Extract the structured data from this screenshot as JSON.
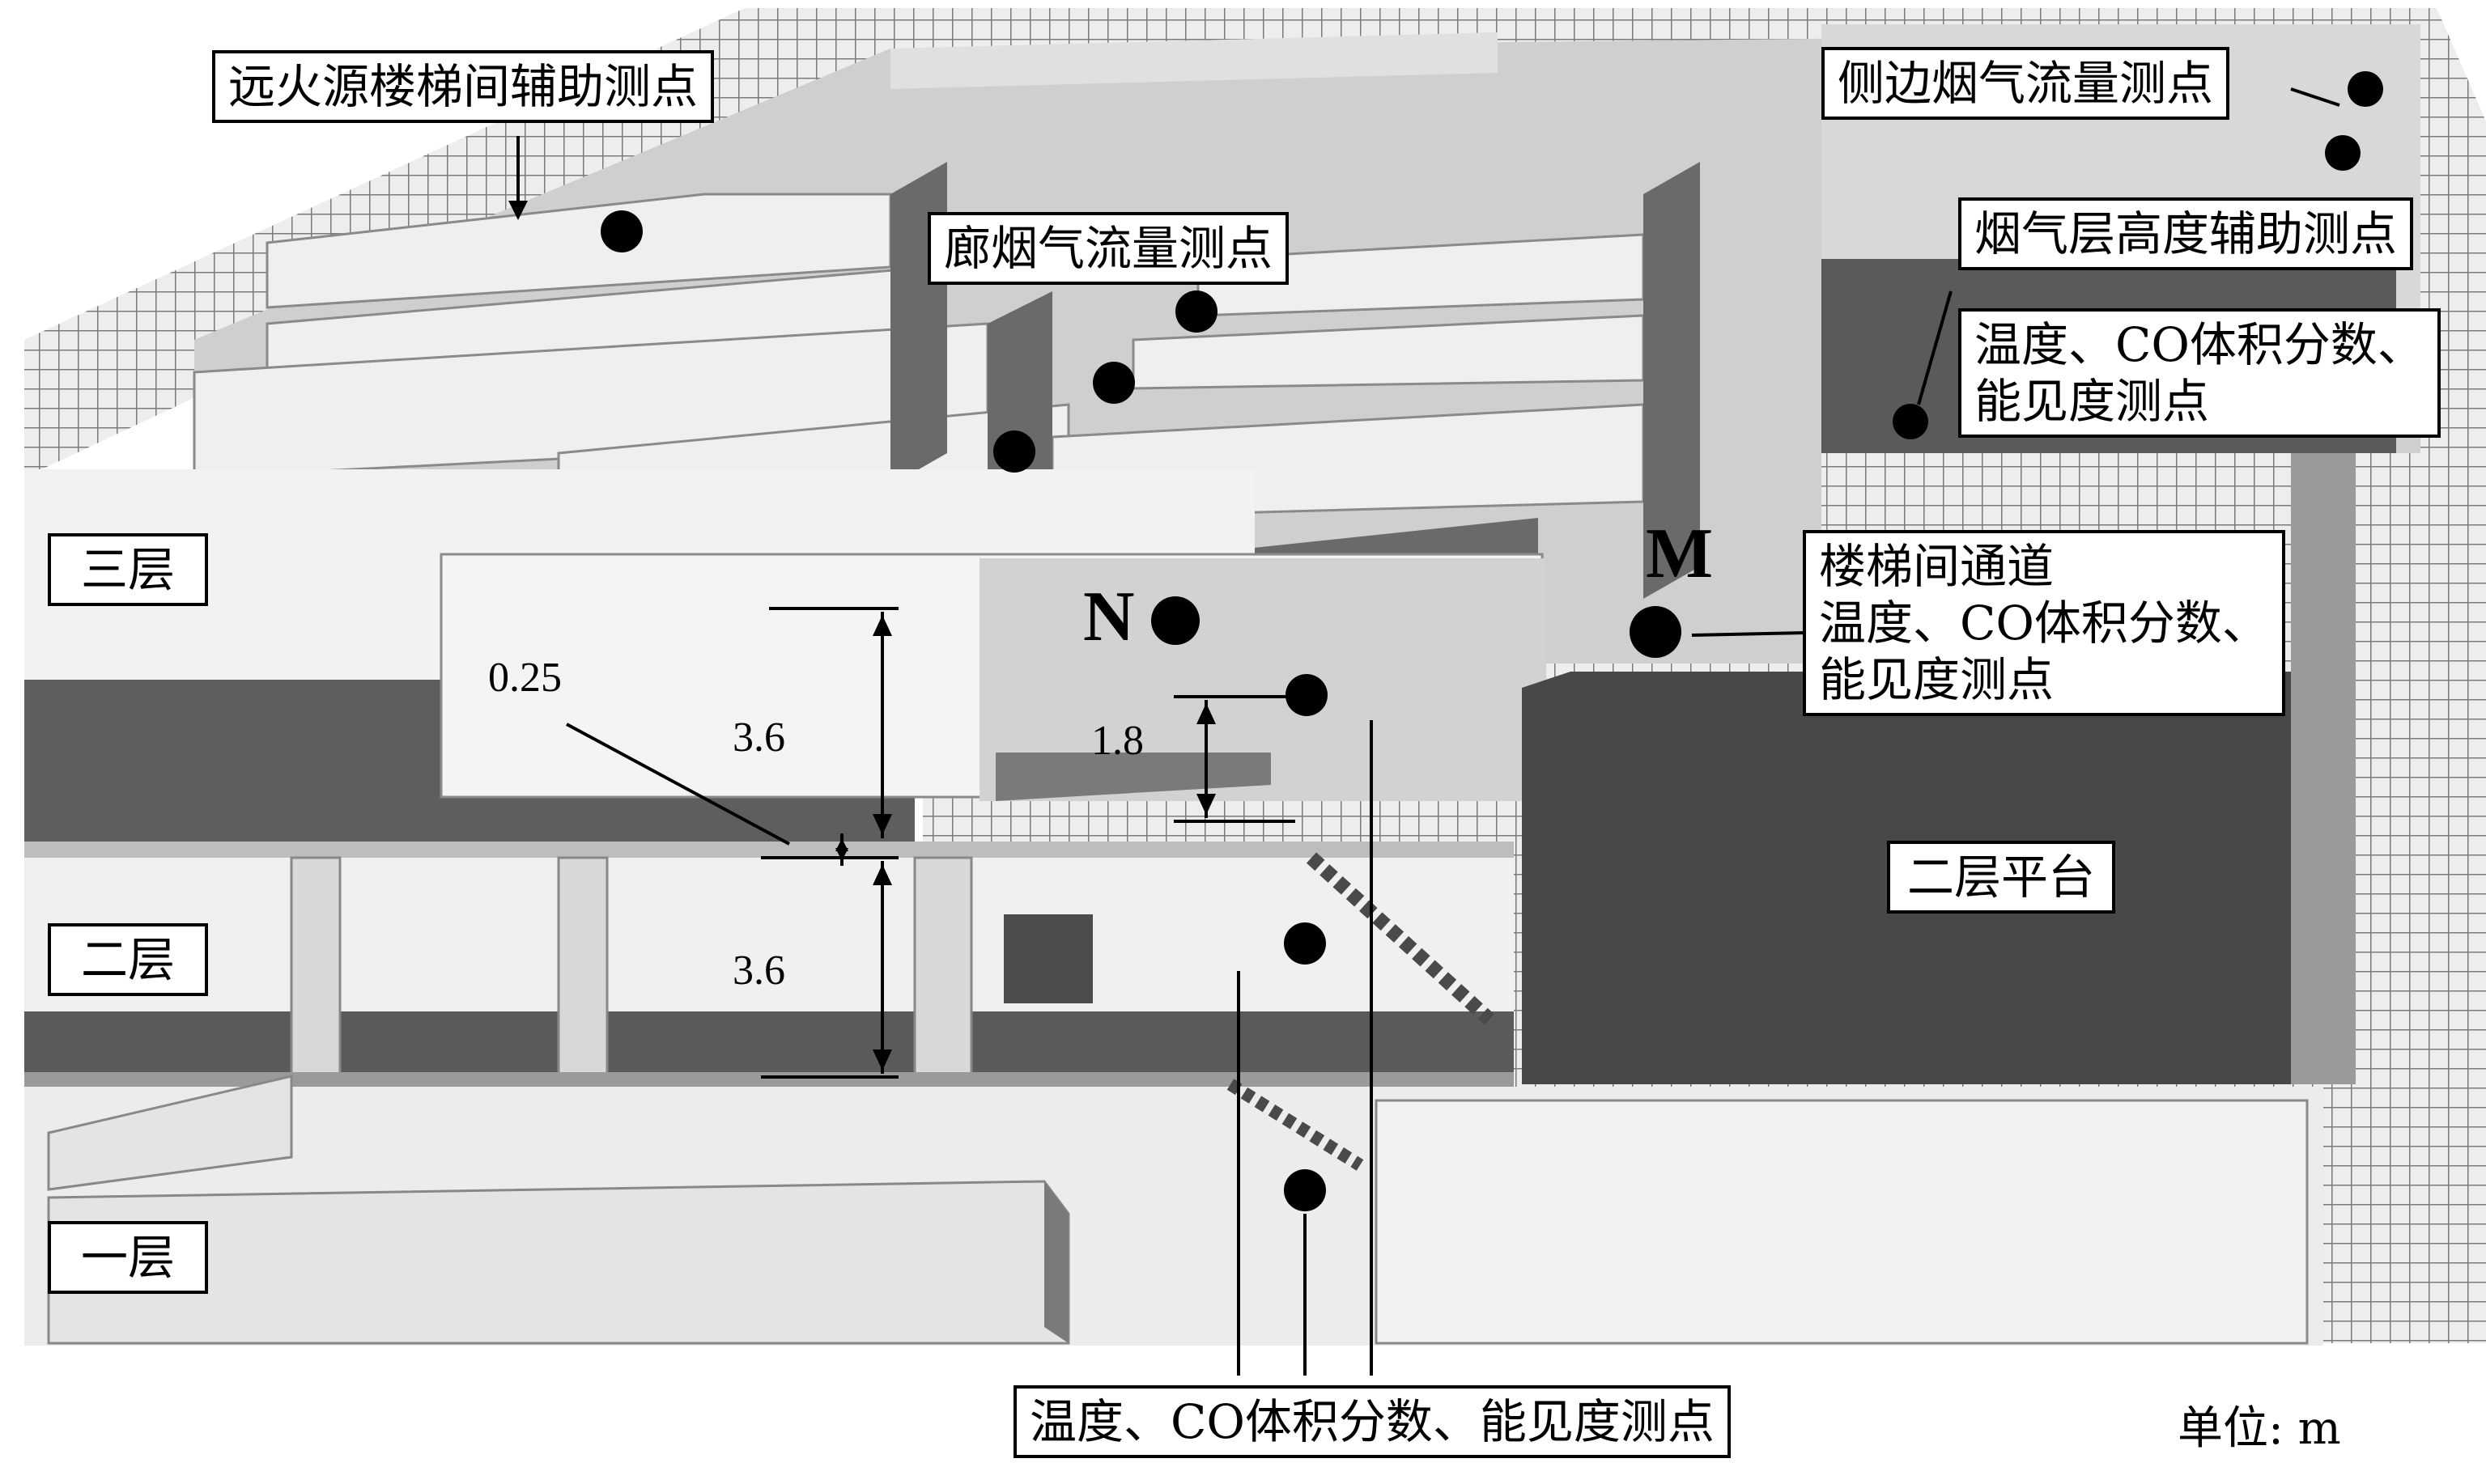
{
  "callouts": {
    "far_stair_aux": "远火源楼梯间辅助测点",
    "corridor_flow": "廊烟气流量测点",
    "side_flow": "侧边烟气流量测点",
    "smoke_height_aux": "烟气层高度辅助测点",
    "upper_right_measure": [
      "温度、CO体积分数、",
      "能见度测点"
    ],
    "stair_passage": [
      "楼梯间通道",
      "温度、CO体积分数、",
      "能见度测点"
    ],
    "bottom_measure": "温度、CO体积分数、能见度测点"
  },
  "floors": {
    "third": "三层",
    "second": "二层",
    "first": "一层",
    "platform": "二层平台"
  },
  "points": {
    "n": "N",
    "m": "M"
  },
  "dimensions": {
    "slab": "0.25",
    "upper_height": "3.6",
    "lower_height": "3.6",
    "probe_height": "1.8"
  },
  "unit": "单位: m"
}
